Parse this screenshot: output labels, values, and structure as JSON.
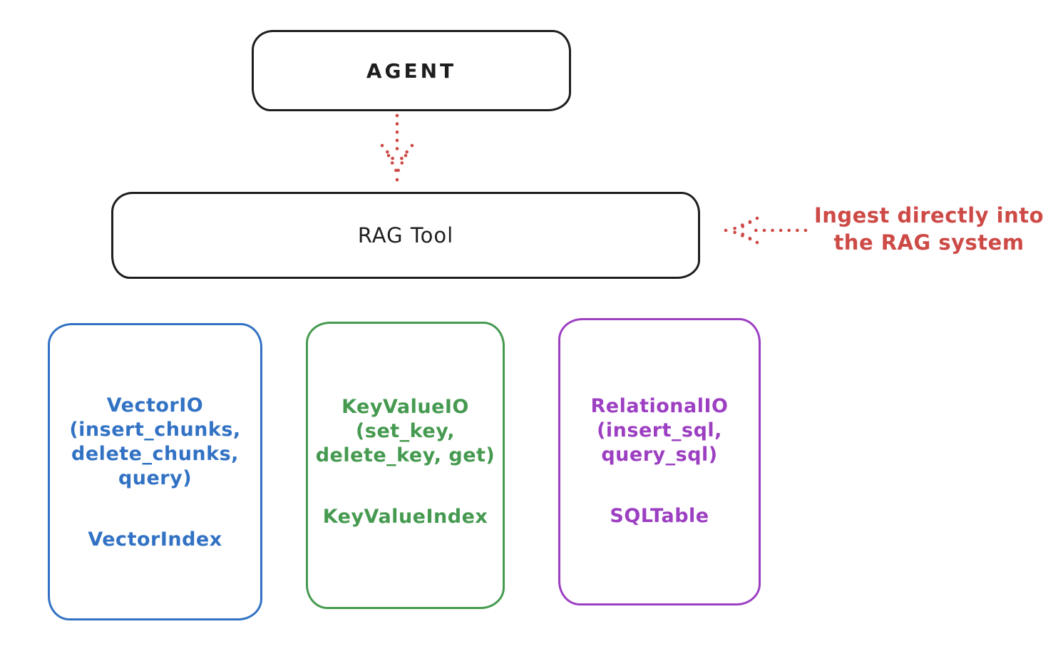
{
  "nodes": {
    "agent": {
      "label": "AGENT"
    },
    "rag_tool": {
      "label": "RAG Tool"
    },
    "vector_io": {
      "title_lines": [
        "VectorIO",
        "(insert_chunks,",
        "delete_chunks,",
        "query)"
      ],
      "index_label": "VectorIndex",
      "color": "#3272c4"
    },
    "key_value_io": {
      "title_lines": [
        "KeyValueIO",
        "(set_key,",
        "delete_key, get)"
      ],
      "index_label": "KeyValueIndex",
      "color": "#459a50"
    },
    "relational_io": {
      "title_lines": [
        "RelationalIO",
        "(insert_sql,",
        "query_sql)"
      ],
      "index_label": "SQLTable",
      "color": "#9c3fc2"
    }
  },
  "annotation": {
    "line1": "Ingest directly into",
    "line2": "the RAG system"
  },
  "colors": {
    "ink": "#1e1e1e",
    "red": "#cd4a46",
    "blue": "#3272c4",
    "green": "#459a50",
    "purple": "#9c3fc2",
    "background": "#ffffff"
  }
}
